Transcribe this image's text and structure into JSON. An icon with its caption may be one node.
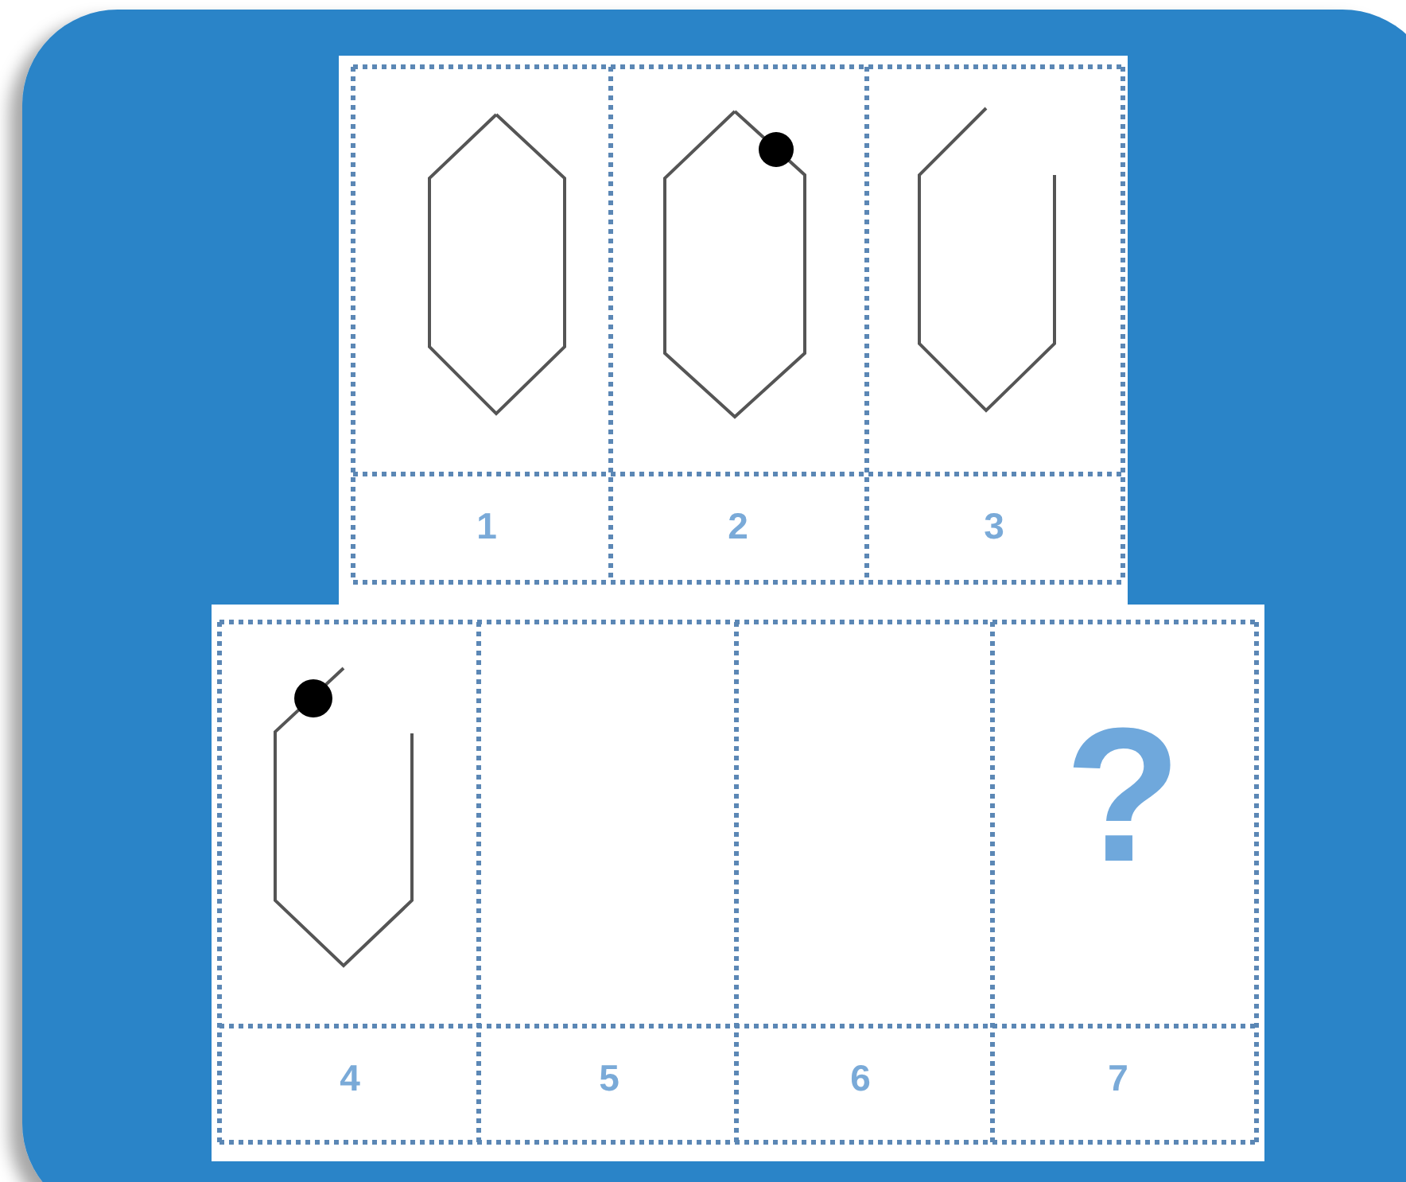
{
  "diagram": {
    "labels": [
      "1",
      "2",
      "3",
      "?",
      "4",
      "5",
      "6",
      "7"
    ]
  }
}
